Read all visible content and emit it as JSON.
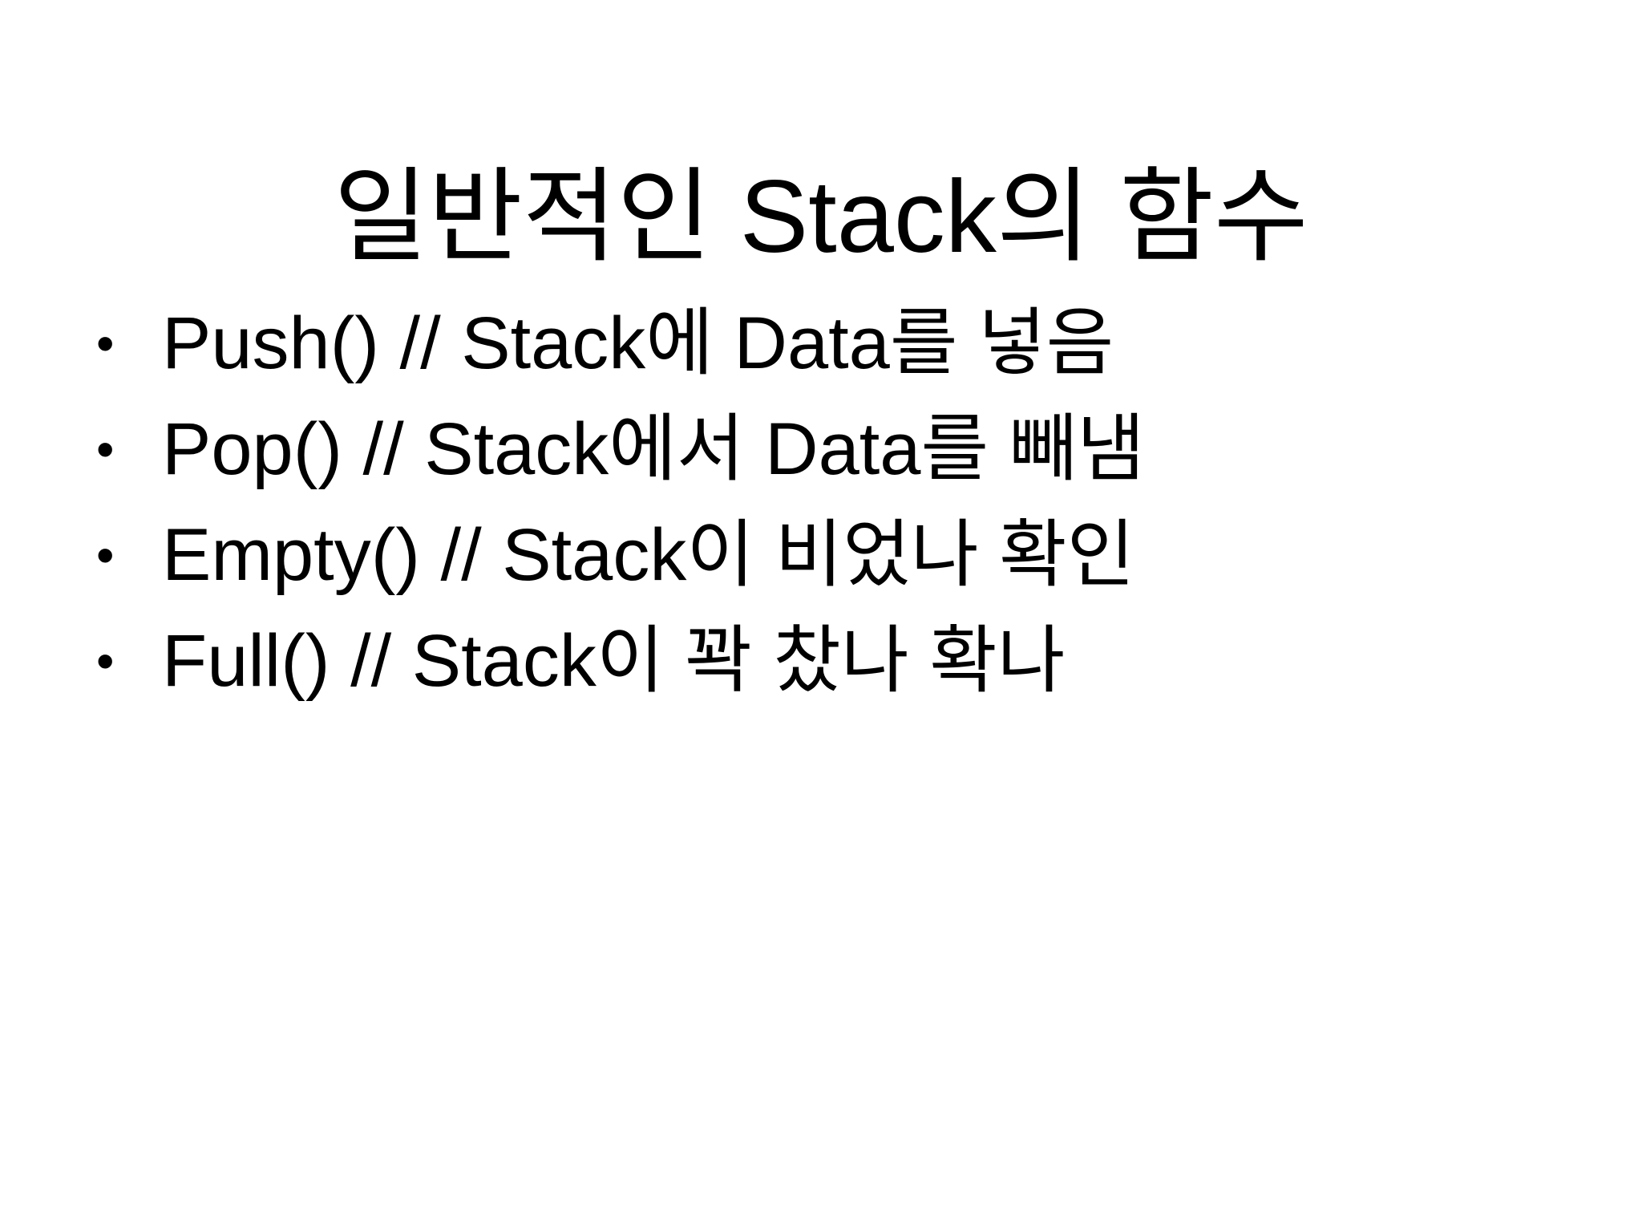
{
  "slide": {
    "title": "일반적인 Stack의 함수",
    "bullet_symbol": "•",
    "items": [
      {
        "text": "Push() // Stack에 Data를 넣음"
      },
      {
        "text": "Pop() // Stack에서 Data를 빼냄"
      },
      {
        "text": "Empty() // Stack이 비었나 확인"
      },
      {
        "text": "Full() // Stack이 꽉 찼나 확나"
      }
    ]
  }
}
